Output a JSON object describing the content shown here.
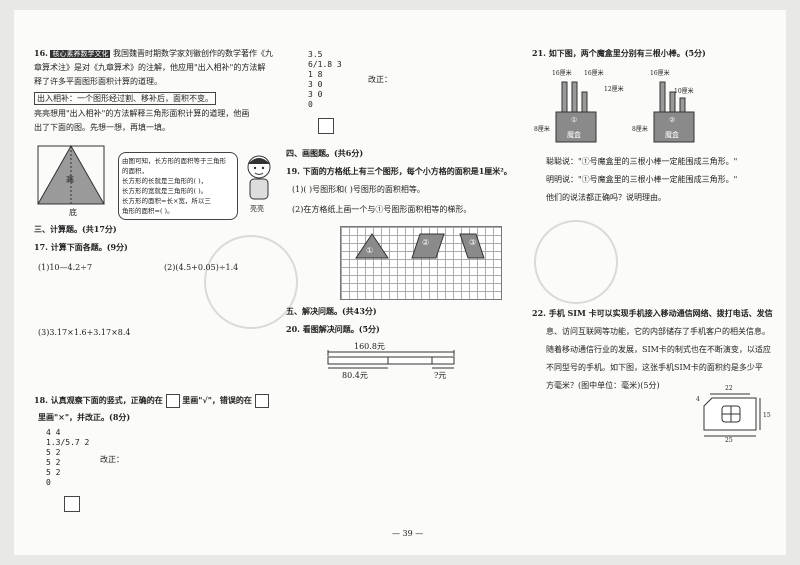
{
  "left": {
    "q16": {
      "number": "16.",
      "tag": "核心素养数学文化",
      "lines": [
        "我国魏晋时期数学家刘徽创作的数学著作《九",
        "章算术注》是对《九章算术》的注解，他应用\"出入相补\"的方法解",
        "释了许多平面图形面积计算的道理。",
        "出入相补：一个图形经过割、移补后，面积不变。",
        "亮亮想用\"出入相补\"的方法解释三角形面积计算的道理，他画",
        "出了下面的图。先想一想，再填一填。"
      ],
      "speech": [
        "由图可知，长方形的面积等于三角形",
        "的面积，",
        "长方形的长就是三角形的(        )，",
        "长方形的宽就是三角形的(        )。",
        "长方形的面积=长×宽，所以三",
        "角形的面积=(            )。"
      ],
      "fig_labels": {
        "height": "高",
        "base": "底"
      },
      "avatar_name": "亮亮"
    },
    "sec3": "三、计算题。(共17分)",
    "q17": {
      "title": "17. 计算下面各题。(9分)",
      "items": [
        "(1)10—4.2÷7",
        "(2)(4.5+0.05)÷1.4",
        "(3)3.17×1.6+3.17×8.4"
      ]
    },
    "q18": {
      "line1a": "18. 认真观察下面的竖式，正确的在",
      "line1b": "里画\"√\"，错误的在",
      "line2": "里画\"×\"，并改正。(8分)",
      "calc": [
        "    4 4",
        "1.3/5.7 2",
        "   5 2",
        "     5 2",
        "     5 2",
        "       0"
      ],
      "fix": "改正："
    }
  },
  "middle": {
    "top_calc": [
      "  3.5",
      "6/1.8 3",
      "  1 8",
      "    3 0",
      "    3 0",
      "      0"
    ],
    "fix": "改正：",
    "sec4": "四、画图题。(共6分)",
    "q19": {
      "line1": "19. 下面的方格纸上有三个图形，每个小方格的面积是1厘米²。",
      "line2": "(1)(     )号图形和(     )号图形的面积相等。",
      "line3": "(2)在方格纸上画一个与①号图形面积相等的梯形。",
      "shape_labels": [
        "①",
        "②",
        "③"
      ]
    },
    "sec5": "五、解决问题。(共43分)",
    "q20": {
      "title": "20. 看图解决问题。(5分)",
      "total": "160.8元",
      "part": "80.4元",
      "unknown": "?元"
    },
    "page_no": "— 39 —"
  },
  "right": {
    "q21": {
      "title": "21. 如下图，两个魔盒里分别有三根小棒。(5分)",
      "box_labels": [
        "①",
        "②"
      ],
      "box_name": "魔盒",
      "sticks1": [
        "16厘米",
        "16厘米",
        "12厘米"
      ],
      "sticks2": [
        "16厘米",
        "10厘米"
      ],
      "height1": "8厘米",
      "height2": "8厘米",
      "dialog": [
        "聪聪说：\"①号魔盒里的三根小棒一定能围成三角形。\"",
        "明明说：\"①号魔盒里的三根小棒一定能围成三角形。\"",
        "他们的说法都正确吗？说明理由。"
      ]
    },
    "q22": {
      "lines": [
        "22. 手机 SIM 卡可以实现手机接入移动通信网络、拨打电话、发信",
        "息、访问互联网等功能，它的内部储存了手机客户的相关信息。",
        "随着移动通信行业的发展，SIM卡的制式也在不断演变，以适应",
        "不同型号的手机。如下图，这张手机SIM卡的面积约是多少平",
        "方毫米？(图中单位：毫米)(5分)"
      ],
      "dims": {
        "top": "22",
        "bottom": "25",
        "side": "15",
        "notch": "4"
      }
    }
  }
}
